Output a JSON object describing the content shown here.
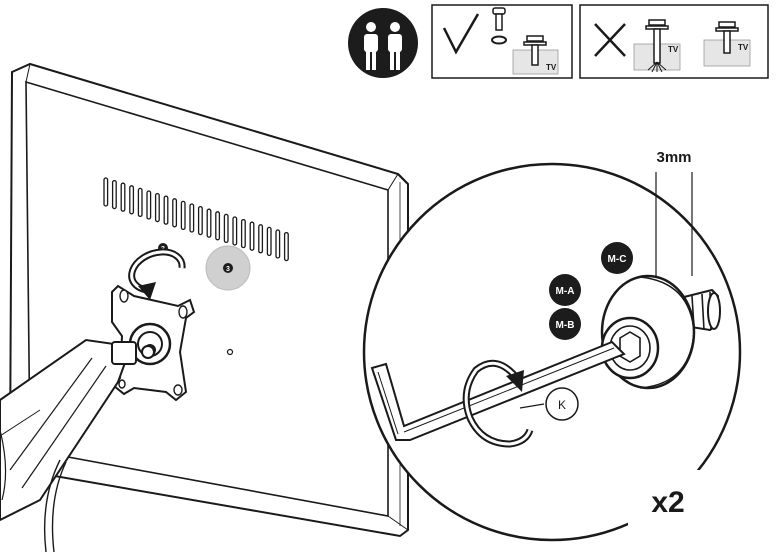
{
  "header": {
    "people_icon": "two-person-icon",
    "correct_icon": "check-mark-icon",
    "wrong_icon": "cross-mark-icon",
    "tv_label_ok": "TV",
    "tv_label_bad_1": "TV",
    "tv_label_bad_2": "TV"
  },
  "callouts": {
    "hole_marker_small": "3",
    "hole_marker_large": "3",
    "dimension": "3mm",
    "part_ma": "M-A",
    "part_mb": "M-B",
    "part_mc": "M-C",
    "tool_k": "K",
    "quantity": "x2"
  },
  "colors": {
    "ink": "#1a1a1a",
    "badge_fill": "#1c1c1c",
    "grey_disc": "#d0d0d0",
    "tv_box": "#e6e6e6"
  }
}
